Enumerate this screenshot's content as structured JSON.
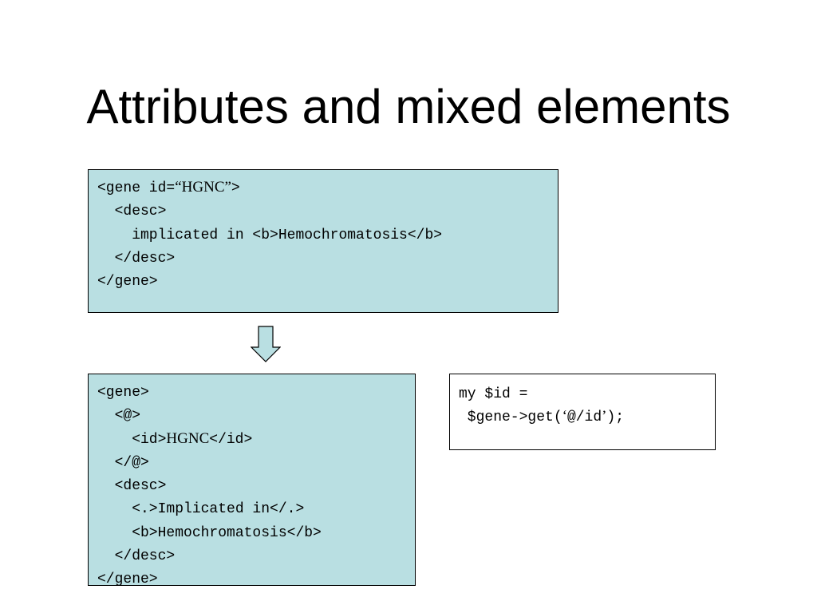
{
  "slide": {
    "title": "Attributes and mixed elements"
  },
  "top_box": {
    "lines": [
      [
        {
          "t": "<gene id=",
          "f": "mono"
        },
        {
          "t": "“HGNC”",
          "f": "serif"
        },
        {
          "t": ">",
          "f": "mono"
        }
      ],
      [
        {
          "t": "  <desc>",
          "f": "mono"
        }
      ],
      [
        {
          "t": "    implicated in <b>Hemochromatosis</b>",
          "f": "mono"
        }
      ],
      [
        {
          "t": "  </desc>",
          "f": "mono"
        }
      ],
      [
        {
          "t": "</gene>",
          "f": "mono"
        }
      ]
    ]
  },
  "bottom_box": {
    "lines": [
      [
        {
          "t": "<gene>",
          "f": "mono"
        }
      ],
      [
        {
          "t": "  <@>",
          "f": "mono"
        }
      ],
      [
        {
          "t": "    <id>",
          "f": "mono"
        },
        {
          "t": "HGNC",
          "f": "serif"
        },
        {
          "t": "</id>",
          "f": "mono"
        }
      ],
      [
        {
          "t": "  </@>",
          "f": "mono"
        }
      ],
      [
        {
          "t": "  <desc>",
          "f": "mono"
        }
      ],
      [
        {
          "t": "    <.>Implicated in</.>",
          "f": "mono"
        }
      ],
      [
        {
          "t": "    <b>Hemochromatosis</b>",
          "f": "mono"
        }
      ],
      [
        {
          "t": "  </desc>",
          "f": "mono"
        }
      ],
      [
        {
          "t": "</gene>",
          "f": "mono"
        }
      ]
    ]
  },
  "code_box": {
    "lines": [
      [
        {
          "t": "my $id =",
          "f": "mono"
        }
      ],
      [
        {
          "t": " $gene->get(",
          "f": "mono"
        },
        {
          "t": "‘",
          "f": "serif"
        },
        {
          "t": "@/id",
          "f": "mono"
        },
        {
          "t": "’",
          "f": "serif"
        },
        {
          "t": ");",
          "f": "mono"
        }
      ]
    ]
  },
  "colors": {
    "box_fill": "#b9dfe2",
    "arrow_fill": "#b9dfe2",
    "border": "#000000",
    "text": "#000000"
  },
  "icons": {
    "arrow": "down-arrow-icon"
  }
}
